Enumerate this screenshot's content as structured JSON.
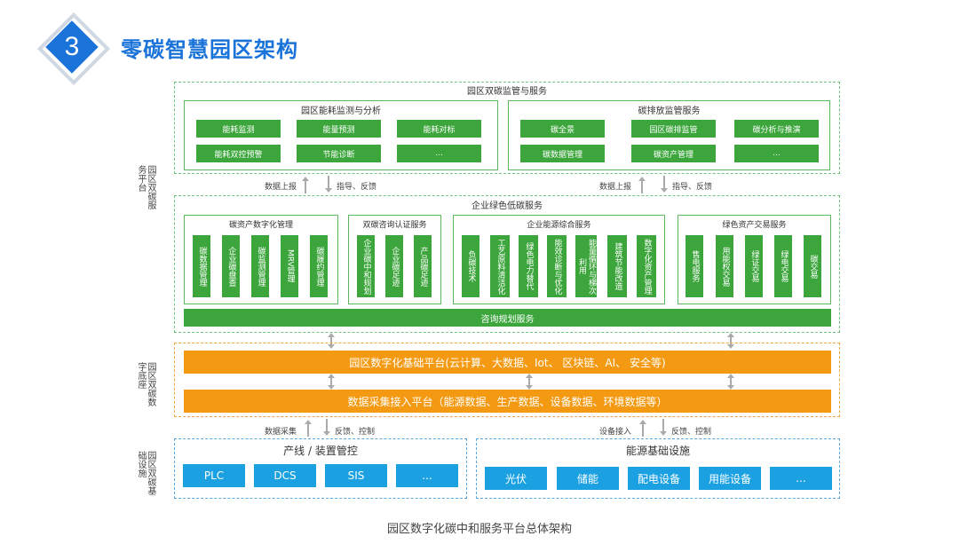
{
  "header": {
    "number": "3",
    "title": "零碳智慧园区架构"
  },
  "side_labels": {
    "service": "园区双碳服务平台",
    "digital": "园区双碳数字底座",
    "infra": "园区双碳基础设施"
  },
  "service_platform": {
    "title": "园区双碳监管与服务",
    "energy_monitor": {
      "title": "园区能耗监测与分析",
      "items": [
        "能耗监测",
        "能量预测",
        "能耗对标",
        "能耗双控预警",
        "节能诊断",
        "..."
      ]
    },
    "carbon_monitor": {
      "title": "碳排放监管服务",
      "items": [
        "碳全景",
        "园区碳排监管",
        "碳分析与推演",
        "碳数据管理",
        "碳资产管理",
        "..."
      ]
    }
  },
  "flow_labels": {
    "data_up": "数据上报",
    "guide": "指导、反馈",
    "collect": "数据采集",
    "feedback_ctrl": "反馈、控制",
    "device_in": "设备接入"
  },
  "enterprise": {
    "title": "企业绿色低碳服务",
    "asset": {
      "title": "碳资产数字化管理",
      "items": [
        "碳数据管理",
        "企业碳盘查",
        "碳监测管理",
        "MRV管理",
        "碳履约管理"
      ]
    },
    "consult": {
      "title": "双碳咨询认证服务",
      "items": [
        "企业碳中和规划",
        "企业碳足迹",
        "产品碳足迹"
      ]
    },
    "energy": {
      "title": "企业能源综合服务",
      "items": [
        "负碳技术",
        "工艺原料清洁化",
        "绿色电力替代",
        "能效诊断与优化",
        "能量循环与梯次利用",
        "建筑节能改造",
        "数字化资产管理"
      ]
    },
    "trade": {
      "title": "绿色资产交易服务",
      "items": [
        "售电服务",
        "用能权交易",
        "绿证交易",
        "绿电交易",
        "碳交易"
      ]
    },
    "consult_bar": "咨询规划服务"
  },
  "digital_base": {
    "platform": "园区数字化基础平台(云计算、大数据、Iot、 区块链、AI、 安全等)",
    "access": "数据采集接入平台（能源数据、生产数据、设备数据、环境数据等）"
  },
  "infra": {
    "line": {
      "title": "产线 / 装置管控",
      "items": [
        "PLC",
        "DCS",
        "SIS",
        "..."
      ]
    },
    "energy": {
      "title": "能源基础设施",
      "items": [
        "光伏",
        "储能",
        "配电设备",
        "用能设备",
        "..."
      ]
    }
  },
  "caption": "园区数字化碳中和服务平台总体架构",
  "colors": {
    "blue": "#1a73d9",
    "green": "#3ca63c",
    "orange": "#f39a12",
    "sky": "#1ba1e2"
  }
}
